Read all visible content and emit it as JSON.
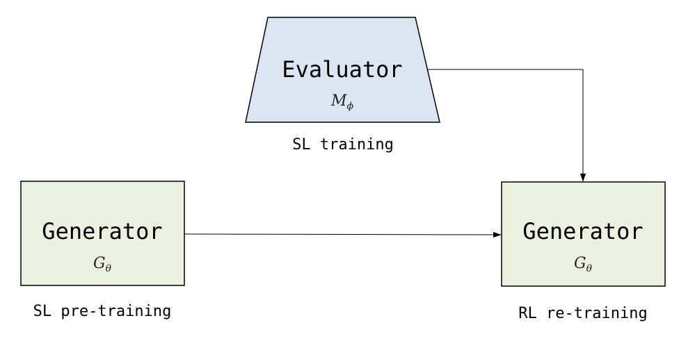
{
  "colors": {
    "evaluator_fill": "#dce6f2",
    "generator_fill": "#ebf1de",
    "stroke": "#000000"
  },
  "evaluator": {
    "title": "Evaluator",
    "symbol": "M",
    "subscript": "ϕ",
    "caption": "SL training"
  },
  "generator_left": {
    "title": "Generator",
    "symbol": "G",
    "subscript": "θ",
    "caption": "SL pre-training"
  },
  "generator_right": {
    "title": "Generator",
    "symbol": "G",
    "subscript": "θ",
    "caption": "RL re-training"
  }
}
